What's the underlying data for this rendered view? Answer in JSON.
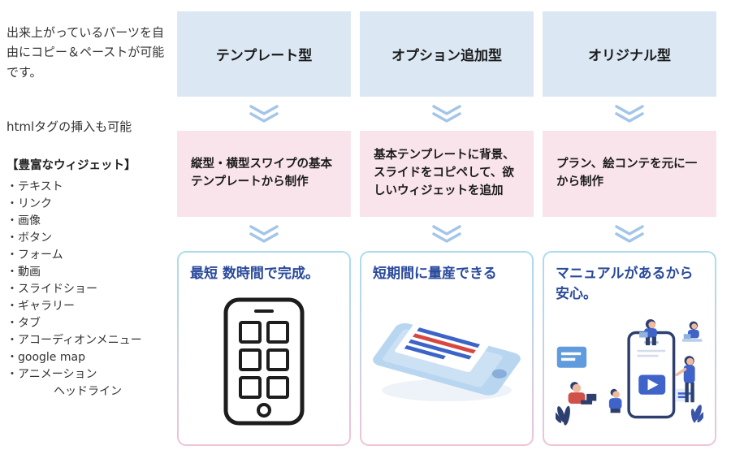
{
  "sidebar": {
    "intro": "出来上がっているパーツを自由にコピー＆ペーストが可能です。",
    "html_note": "htmlタグの挿入も可能",
    "widgets_heading": "【豊富なウィジェット】",
    "widget_items": [
      "・テキスト",
      "・リンク",
      "・画像",
      "・ボタン",
      "・フォーム",
      "・動画",
      "・スライドショー",
      "・ギャラリー",
      "・タブ",
      "・アコーディオンメニュー",
      "・google map",
      "・アニメーション"
    ],
    "widget_item_continuation": "ヘッドライン"
  },
  "columns": [
    {
      "header": "テンプレート型",
      "process": "縦型・横型スワイプの基本テンプレートから制作",
      "result": "最短 数時間で完成。",
      "illustration": "smartphone-outline"
    },
    {
      "header": "オプション追加型",
      "process": "基本テンプレートに背景、スライドをコピペして、欲しいウィジェットを追加",
      "result": "短期間に量産できる",
      "illustration": "smartphone-isometric"
    },
    {
      "header": "オリジナル型",
      "process": "プラン、絵コンテを元に一から制作",
      "result": "マニュアルがあるから安心。",
      "illustration": "team-with-phone"
    }
  ],
  "icons": {
    "flow_arrow": "double-chevron-down"
  },
  "colors": {
    "header_bg": "#dbe8f3",
    "process_bg": "#f9e4ec",
    "chevron": "#a3c6e8",
    "result_title_text": "#2a4a9c",
    "result_border_top": "#aadcee",
    "result_border_bottom": "#f0c3d6",
    "body_text": "#333333"
  }
}
